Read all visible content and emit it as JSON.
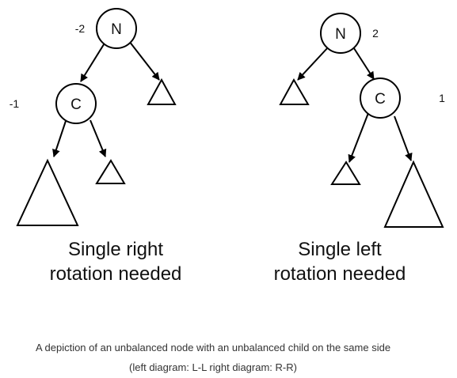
{
  "left_diagram": {
    "root": {
      "label": "N",
      "balance": "-2"
    },
    "child": {
      "label": "C",
      "balance": "-1"
    },
    "caption_line1": "Single right",
    "caption_line2": "rotation needed"
  },
  "right_diagram": {
    "root": {
      "label": "N",
      "balance": "2"
    },
    "child": {
      "label": "C",
      "balance": "1"
    },
    "caption_line1": "Single left",
    "caption_line2": "rotation needed"
  },
  "footer": {
    "line1": "A depiction of an unbalanced node with an unbalanced child on the same side",
    "line2": "(left diagram:  L-L   right diagram:  R-R)"
  }
}
